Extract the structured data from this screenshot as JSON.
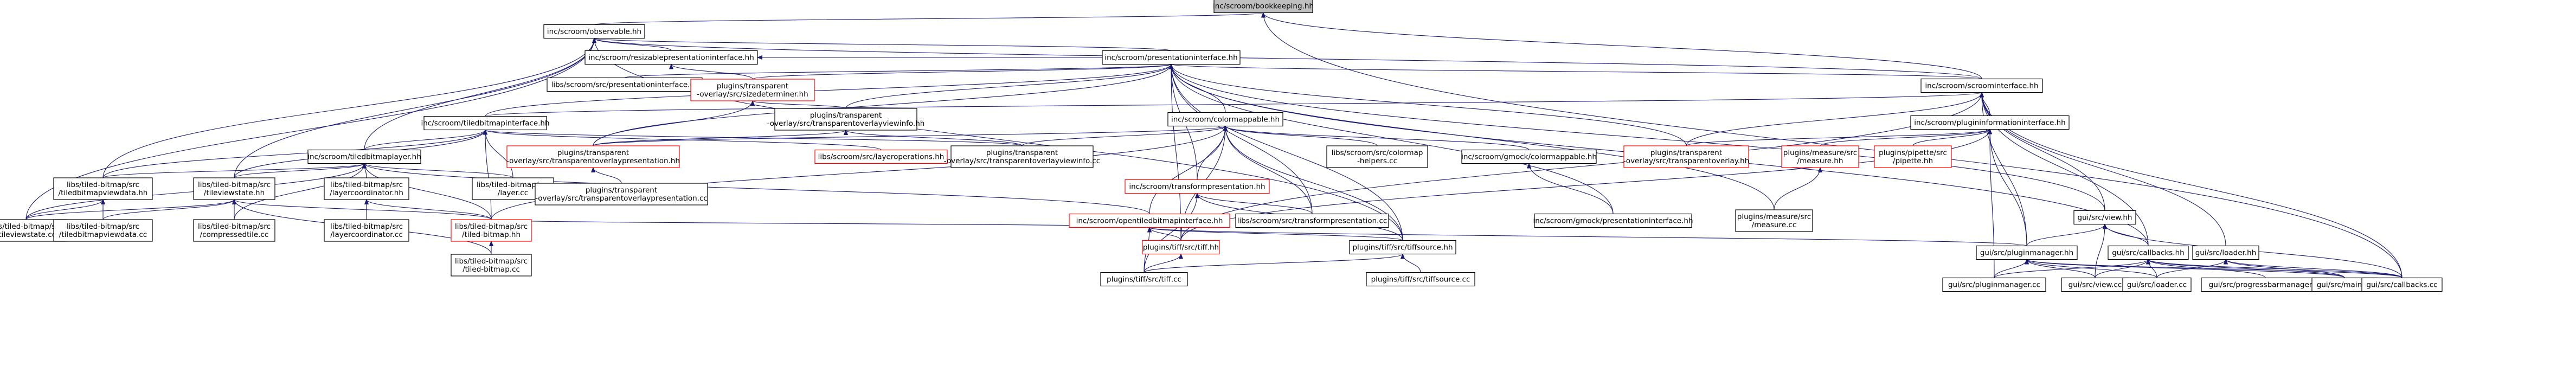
{
  "graph": {
    "edge_color": "#191970",
    "nodes": [
      {
        "id": "bookkeeping",
        "lines": [
          "inc/scroom/bookkeeping.hh"
        ],
        "style": "root"
      },
      {
        "id": "observable",
        "lines": [
          "inc/scroom/observable.hh"
        ]
      },
      {
        "id": "resizable",
        "lines": [
          "inc/scroom/resizablepresentationinterface.hh"
        ]
      },
      {
        "id": "presentationinterface",
        "lines": [
          "inc/scroom/presentationinterface.hh"
        ]
      },
      {
        "id": "presentationinterface_cc",
        "lines": [
          "libs/scroom/src/presentationinterface.cc"
        ]
      },
      {
        "id": "sizedeterminer",
        "lines": [
          "plugins/transparent",
          "-overlay/src/sizedeterminer.hh"
        ],
        "style": "red"
      },
      {
        "id": "overlayviewinfo_hh",
        "lines": [
          "plugins/transparent",
          "-overlay/src/transparentoverlayviewinfo.hh"
        ]
      },
      {
        "id": "scroominterface",
        "lines": [
          "inc/scroom/scroominterface.hh"
        ]
      },
      {
        "id": "tiledbitmapinterface",
        "lines": [
          "inc/scroom/tiledbitmapinterface.hh"
        ]
      },
      {
        "id": "colormappable",
        "lines": [
          "inc/scroom/colormappable.hh"
        ]
      },
      {
        "id": "plugininformationinterface",
        "lines": [
          "inc/scroom/plugininformationinterface.hh"
        ]
      },
      {
        "id": "tiledbitmaplayer",
        "lines": [
          "inc/scroom/tiledbitmaplayer.hh"
        ]
      },
      {
        "id": "overlaypresentation_hh",
        "lines": [
          "plugins/transparent",
          "-overlay/src/transparentoverlaypresentation.hh"
        ],
        "style": "red"
      },
      {
        "id": "layeroperations",
        "lines": [
          "libs/scroom/src/layeroperations.hh"
        ],
        "style": "red"
      },
      {
        "id": "overlayviewinfo_cc",
        "lines": [
          "plugins/transparent",
          "-overlay/src/transparentoverlayviewinfo.cc"
        ]
      },
      {
        "id": "colormap_helpers",
        "lines": [
          "libs/scroom/src/colormap",
          "-helpers.cc"
        ]
      },
      {
        "id": "gmock_colormappable",
        "lines": [
          "inc/scroom/gmock/colormappable.hh"
        ]
      },
      {
        "id": "transparentoverlay_hh",
        "lines": [
          "plugins/transparent",
          "-overlay/src/transparentoverlay.hh"
        ],
        "style": "red"
      },
      {
        "id": "measure_hh",
        "lines": [
          "plugins/measure/src",
          "/measure.hh"
        ],
        "style": "red"
      },
      {
        "id": "pipette_hh",
        "lines": [
          "plugins/pipette/src",
          "/pipette.hh"
        ],
        "style": "red"
      },
      {
        "id": "tiledbitmapviewdata_hh",
        "lines": [
          "libs/tiled-bitmap/src",
          "/tiledbitmapviewdata.hh"
        ]
      },
      {
        "id": "tileviewstate_hh",
        "lines": [
          "libs/tiled-bitmap/src",
          "/tileviewstate.hh"
        ]
      },
      {
        "id": "layercoordinator_hh",
        "lines": [
          "libs/tiled-bitmap/src",
          "/layercoordinator.hh"
        ]
      },
      {
        "id": "layer_cc",
        "lines": [
          "libs/tiled-bitmap/src",
          "/layer.cc"
        ]
      },
      {
        "id": "transformpresentation_hh",
        "lines": [
          "inc/scroom/transformpresentation.hh"
        ],
        "style": "red"
      },
      {
        "id": "overlaypresentation_cc",
        "lines": [
          "plugins/transparent",
          "-overlay/src/transparentoverlaypresentation.cc"
        ]
      },
      {
        "id": "opentiledbitmapinterface",
        "lines": [
          "inc/scroom/opentiledbitmapinterface.hh"
        ],
        "style": "red"
      },
      {
        "id": "transformpresentation_cc",
        "lines": [
          "libs/scroom/src/transformpresentation.cc"
        ]
      },
      {
        "id": "gmock_presentationinterface",
        "lines": [
          "inc/scroom/gmock/presentationinterface.hh"
        ]
      },
      {
        "id": "measure_cc",
        "lines": [
          "plugins/measure/src",
          "/measure.cc"
        ]
      },
      {
        "id": "view_hh",
        "lines": [
          "gui/src/view.hh"
        ]
      },
      {
        "id": "tileviewstate_cc",
        "lines": [
          "libs/tiled-bitmap/src",
          "/tileviewstate.cc"
        ]
      },
      {
        "id": "tiledbitmapviewdata_cc",
        "lines": [
          "libs/tiled-bitmap/src",
          "/tiledbitmapviewdata.cc"
        ]
      },
      {
        "id": "compressedtile_cc",
        "lines": [
          "libs/tiled-bitmap/src",
          "/compressedtile.cc"
        ]
      },
      {
        "id": "layercoordinator_cc",
        "lines": [
          "libs/tiled-bitmap/src",
          "/layercoordinator.cc"
        ]
      },
      {
        "id": "tiled_bitmap_hh",
        "lines": [
          "libs/tiled-bitmap/src",
          "/tiled-bitmap.hh"
        ],
        "style": "red"
      },
      {
        "id": "tiff_hh",
        "lines": [
          "plugins/tiff/src/tiff.hh"
        ],
        "style": "red"
      },
      {
        "id": "tiffsource_hh",
        "lines": [
          "plugins/tiff/src/tiffsource.hh"
        ]
      },
      {
        "id": "pluginmanager_hh",
        "lines": [
          "gui/src/pluginmanager.hh"
        ]
      },
      {
        "id": "callbacks_hh",
        "lines": [
          "gui/src/callbacks.hh"
        ]
      },
      {
        "id": "loader_hh",
        "lines": [
          "gui/src/loader.hh"
        ]
      },
      {
        "id": "tiled_bitmap_cc",
        "lines": [
          "libs/tiled-bitmap/src",
          "/tiled-bitmap.cc"
        ]
      },
      {
        "id": "tiff_cc",
        "lines": [
          "plugins/tiff/src/tiff.cc"
        ]
      },
      {
        "id": "tiffsource_cc",
        "lines": [
          "plugins/tiff/src/tiffsource.cc"
        ]
      },
      {
        "id": "pluginmanager_cc",
        "lines": [
          "gui/src/pluginmanager.cc"
        ]
      },
      {
        "id": "view_cc",
        "lines": [
          "gui/src/view.cc"
        ]
      },
      {
        "id": "loader_cc",
        "lines": [
          "gui/src/loader.cc"
        ]
      },
      {
        "id": "progressbarmanager_cc",
        "lines": [
          "gui/src/progressbarmanager.cc"
        ]
      },
      {
        "id": "main_cc",
        "lines": [
          "gui/src/main.cc"
        ]
      },
      {
        "id": "callbacks_cc",
        "lines": [
          "gui/src/callbacks.cc"
        ]
      }
    ],
    "edges": [
      [
        "observable",
        "bookkeeping"
      ],
      [
        "scroominterface",
        "bookkeeping"
      ],
      [
        "callbacks_cc",
        "bookkeeping"
      ],
      [
        "resizable",
        "observable"
      ],
      [
        "presentationinterface",
        "observable"
      ],
      [
        "tiledbitmaplayer",
        "observable"
      ],
      [
        "tiledbitmapviewdata_hh",
        "observable"
      ],
      [
        "tileviewstate_hh",
        "observable"
      ],
      [
        "tileviewstate_cc",
        "observable"
      ],
      [
        "tiffsource_hh",
        "observable"
      ],
      [
        "scroominterface",
        "observable"
      ],
      [
        "presentationinterface",
        "resizable"
      ],
      [
        "sizedeterminer",
        "resizable"
      ],
      [
        "presentationinterface_cc",
        "presentationinterface"
      ],
      [
        "sizedeterminer",
        "presentationinterface"
      ],
      [
        "overlayviewinfo_hh",
        "presentationinterface"
      ],
      [
        "scroominterface",
        "presentationinterface"
      ],
      [
        "tiledbitmapinterface",
        "presentationinterface"
      ],
      [
        "colormappable",
        "presentationinterface"
      ],
      [
        "transformpresentation_hh",
        "presentationinterface"
      ],
      [
        "overlaypresentation_hh",
        "presentationinterface"
      ],
      [
        "gmock_presentationinterface",
        "presentationinterface"
      ],
      [
        "transparentoverlay_hh",
        "presentationinterface"
      ],
      [
        "view_hh",
        "presentationinterface"
      ],
      [
        "callbacks_hh",
        "presentationinterface"
      ],
      [
        "tiff_hh",
        "presentationinterface"
      ],
      [
        "transformpresentation_cc",
        "presentationinterface"
      ],
      [
        "tiffsource_hh",
        "presentationinterface"
      ],
      [
        "measure_cc",
        "presentationinterface"
      ],
      [
        "overlayviewinfo_hh",
        "sizedeterminer"
      ],
      [
        "overlaypresentation_hh",
        "sizedeterminer"
      ],
      [
        "overlaypresentation_hh",
        "overlayviewinfo_hh"
      ],
      [
        "overlayviewinfo_cc",
        "overlayviewinfo_hh"
      ],
      [
        "tiledbitmapinterface",
        "scroominterface"
      ],
      [
        "plugininformationinterface",
        "scroominterface"
      ],
      [
        "view_hh",
        "scroominterface"
      ],
      [
        "pluginmanager_hh",
        "scroominterface"
      ],
      [
        "callbacks_hh",
        "scroominterface"
      ],
      [
        "loader_hh",
        "scroominterface"
      ],
      [
        "tiff_hh",
        "scroominterface"
      ],
      [
        "callbacks_cc",
        "scroominterface"
      ],
      [
        "transparentoverlay_hh",
        "scroominterface"
      ],
      [
        "tiledbitmaplayer",
        "tiledbitmapinterface"
      ],
      [
        "layeroperations",
        "tiledbitmapinterface"
      ],
      [
        "overlayviewinfo_cc",
        "tiledbitmapinterface"
      ],
      [
        "tiledbitmapviewdata_hh",
        "tiledbitmapinterface"
      ],
      [
        "tileviewstate_hh",
        "tiledbitmapinterface"
      ],
      [
        "tiled_bitmap_hh",
        "tiledbitmapinterface"
      ],
      [
        "layer_cc",
        "tiledbitmapinterface"
      ],
      [
        "overlaypresentation_hh",
        "colormappable"
      ],
      [
        "overlayviewinfo_cc",
        "colormappable"
      ],
      [
        "colormap_helpers",
        "colormappable"
      ],
      [
        "gmock_colormappable",
        "colormappable"
      ],
      [
        "transformpresentation_hh",
        "colormappable"
      ],
      [
        "opentiledbitmapinterface",
        "colormappable"
      ],
      [
        "tiled_bitmap_hh",
        "colormappable"
      ],
      [
        "transformpresentation_cc",
        "colormappable"
      ],
      [
        "tiffsource_hh",
        "colormappable"
      ],
      [
        "tiff_hh",
        "colormappable"
      ],
      [
        "transparentoverlay_hh",
        "plugininformationinterface"
      ],
      [
        "measure_hh",
        "plugininformationinterface"
      ],
      [
        "pipette_hh",
        "plugininformationinterface"
      ],
      [
        "pluginmanager_hh",
        "plugininformationinterface"
      ],
      [
        "pluginmanager_cc",
        "plugininformationinterface"
      ],
      [
        "tiff_hh",
        "plugininformationinterface"
      ],
      [
        "tiledbitmapviewdata_hh",
        "tiledbitmaplayer"
      ],
      [
        "tileviewstate_hh",
        "tiledbitmaplayer"
      ],
      [
        "layercoordinator_hh",
        "tiledbitmaplayer"
      ],
      [
        "layer_cc",
        "tiledbitmaplayer"
      ],
      [
        "tileviewstate_cc",
        "tiledbitmaplayer"
      ],
      [
        "compressedtile_cc",
        "tiledbitmaplayer"
      ],
      [
        "tiled_bitmap_hh",
        "tiledbitmaplayer"
      ],
      [
        "opentiledbitmapinterface",
        "tiledbitmaplayer"
      ],
      [
        "overlaypresentation_cc",
        "overlaypresentation_hh"
      ],
      [
        "gmock_presentationinterface",
        "gmock_colormappable"
      ],
      [
        "measure_cc",
        "measure_hh"
      ],
      [
        "tiledbitmapviewdata_cc",
        "tiledbitmapviewdata_hh"
      ],
      [
        "tileviewstate_cc",
        "tiledbitmapviewdata_hh"
      ],
      [
        "tiledbitmapviewdata_cc",
        "tileviewstate_hh"
      ],
      [
        "tileviewstate_cc",
        "tileviewstate_hh"
      ],
      [
        "compressedtile_cc",
        "tileviewstate_hh"
      ],
      [
        "tiled_bitmap_hh",
        "tileviewstate_hh"
      ],
      [
        "tiled_bitmap_cc",
        "tileviewstate_hh"
      ],
      [
        "layercoordinator_cc",
        "layercoordinator_hh"
      ],
      [
        "tiled_bitmap_hh",
        "layercoordinator_hh"
      ],
      [
        "transformpresentation_cc",
        "transformpresentation_hh"
      ],
      [
        "tiffsource_hh",
        "transformpresentation_hh"
      ],
      [
        "tiff_cc",
        "transformpresentation_hh"
      ],
      [
        "tiff_hh",
        "opentiledbitmapinterface"
      ],
      [
        "tiffsource_hh",
        "opentiledbitmapinterface"
      ],
      [
        "tiled_bitmap_hh",
        "opentiledbitmapinterface"
      ],
      [
        "tiff_cc",
        "opentiledbitmapinterface"
      ],
      [
        "pluginmanager_hh",
        "opentiledbitmapinterface"
      ],
      [
        "tiled_bitmap_cc",
        "tiled_bitmap_hh"
      ],
      [
        "tiff_cc",
        "tiff_hh"
      ],
      [
        "tiff_cc",
        "tiffsource_hh"
      ],
      [
        "tiffsource_cc",
        "tiffsource_hh"
      ],
      [
        "pluginmanager_hh",
        "view_hh"
      ],
      [
        "callbacks_hh",
        "view_hh"
      ],
      [
        "view_cc",
        "view_hh"
      ],
      [
        "callbacks_cc",
        "view_hh"
      ],
      [
        "pluginmanager_cc",
        "pluginmanager_hh"
      ],
      [
        "view_cc",
        "pluginmanager_hh"
      ],
      [
        "loader_cc",
        "pluginmanager_hh"
      ],
      [
        "main_cc",
        "pluginmanager_hh"
      ],
      [
        "callbacks_cc",
        "pluginmanager_hh"
      ],
      [
        "pluginmanager_cc",
        "callbacks_hh"
      ],
      [
        "view_cc",
        "callbacks_hh"
      ],
      [
        "loader_cc",
        "callbacks_hh"
      ],
      [
        "progressbarmanager_cc",
        "callbacks_hh"
      ],
      [
        "main_cc",
        "callbacks_hh"
      ],
      [
        "callbacks_cc",
        "callbacks_hh"
      ],
      [
        "loader_cc",
        "loader_hh"
      ],
      [
        "main_cc",
        "loader_hh"
      ],
      [
        "callbacks_cc",
        "loader_hh"
      ]
    ]
  }
}
